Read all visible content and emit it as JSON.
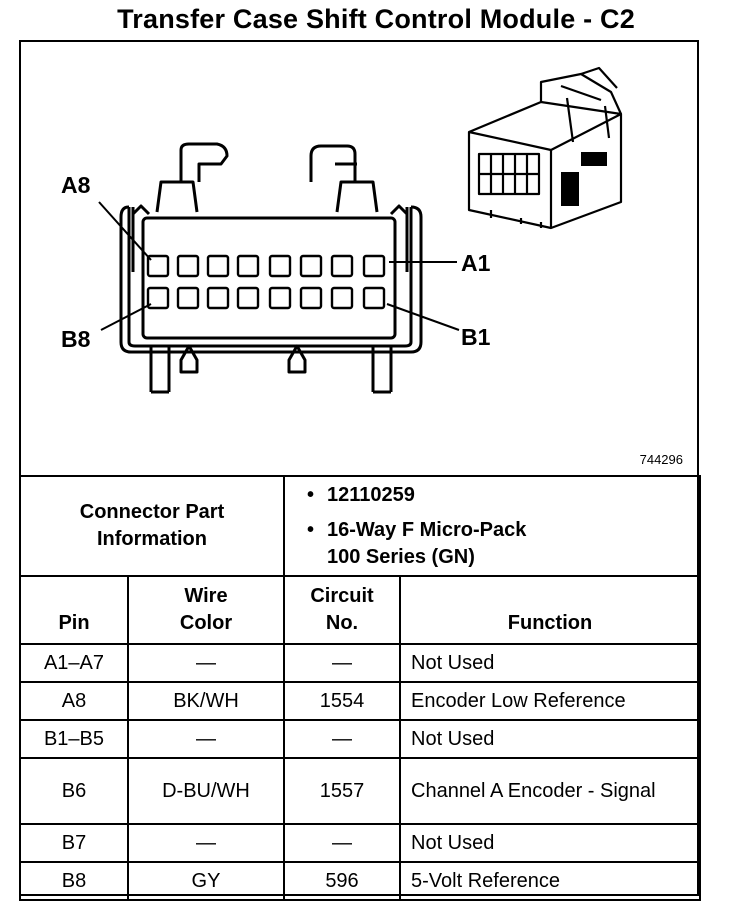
{
  "title": "Transfer Case Shift Control Module - C2",
  "diagram": {
    "pin_labels": {
      "a8": "A8",
      "a1": "A1",
      "b8": "B8",
      "b1": "B1"
    },
    "figure_number": "744296"
  },
  "connector": {
    "header_line1": "Connector Part",
    "header_line2": "Information",
    "part_number": "12110259",
    "description_line1": "16-Way F Micro-Pack",
    "description_line2": "100 Series (GN)"
  },
  "table": {
    "columns": {
      "pin": "Pin",
      "wire_color_1": "Wire",
      "wire_color_2": "Color",
      "circuit_1": "Circuit",
      "circuit_2": "No.",
      "function": "Function"
    },
    "rows": [
      {
        "pin": "A1–A7",
        "wire": "—",
        "circuit": "—",
        "function": "Not Used"
      },
      {
        "pin": "A8",
        "wire": "BK/WH",
        "circuit": "1554",
        "function": "Encoder Low Reference"
      },
      {
        "pin": "B1–B5",
        "wire": "—",
        "circuit": "—",
        "function": "Not Used"
      },
      {
        "pin": "B6",
        "wire": "D-BU/WH",
        "circuit": "1557",
        "function": "Channel A Encoder - Signal"
      },
      {
        "pin": "B7",
        "wire": "—",
        "circuit": "—",
        "function": "Not Used"
      },
      {
        "pin": "B8",
        "wire": "GY",
        "circuit": "596",
        "function": "5-Volt Reference"
      }
    ]
  }
}
